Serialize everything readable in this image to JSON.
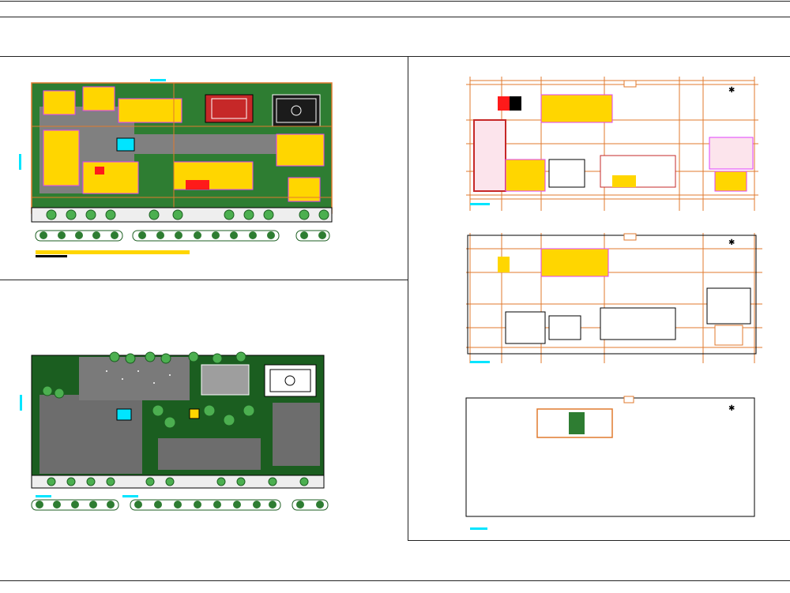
{
  "sheet": {
    "background": "#ffffff",
    "frame_color": "#222222",
    "panels": [
      {
        "name": "site-plan-colored"
      },
      {
        "name": "site-plan-landscape"
      },
      {
        "name": "ground-floor-plan"
      },
      {
        "name": "upper-floor-plan"
      },
      {
        "name": "roof-plan"
      }
    ]
  },
  "palette": {
    "grass": "#2e7d32",
    "dark_grass": "#1b5e20",
    "tree": "#4caf50",
    "paving": "#808080",
    "building_fill": "#ffd600",
    "magenta": "#e040fb",
    "red": "#ff1a1a",
    "grid_orange": "#e07a2e",
    "cyan": "#00e5ff",
    "court_red": "#c62828",
    "white": "#ffffff",
    "black": "#000000"
  },
  "icons": {
    "north_arrow": "north-arrow-icon",
    "scale_bar": "scale-bar-icon"
  }
}
